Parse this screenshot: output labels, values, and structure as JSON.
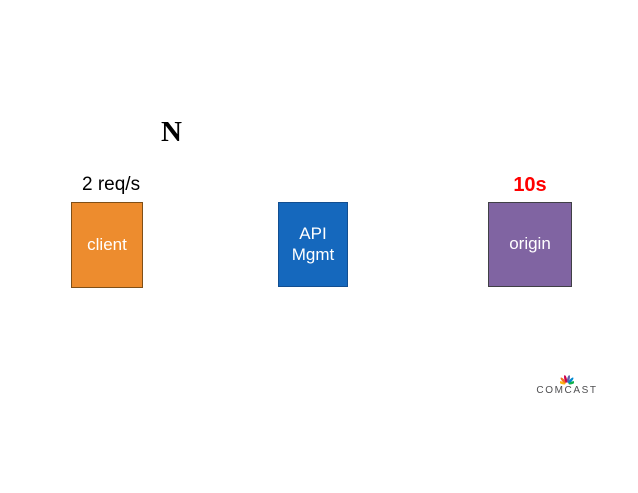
{
  "slide": {
    "background_color": "#ffffff",
    "annotation_n": "N",
    "client_rate_label": "2 req/s",
    "origin_latency_label": "10s",
    "origin_latency_color": "#ff0000",
    "nodes": {
      "client": {
        "label": "client",
        "fill": "#ed8c2e",
        "border": "#7f4f17",
        "text_color": "#ffffff"
      },
      "api_mgmt": {
        "line1": "API",
        "line2": "Mgmt",
        "fill": "#1568bd",
        "border": "#124e90",
        "text_color": "#ffffff"
      },
      "origin": {
        "label": "origin",
        "fill": "#8064a2",
        "border": "#404046",
        "text_color": "#ffffff"
      }
    },
    "logo": {
      "text": "COMCAST",
      "text_color": "#4e4e50",
      "peacock_colors": [
        "#fcb711",
        "#f37021",
        "#cc004c",
        "#6460aa",
        "#0089d0",
        "#0db14b"
      ]
    }
  }
}
